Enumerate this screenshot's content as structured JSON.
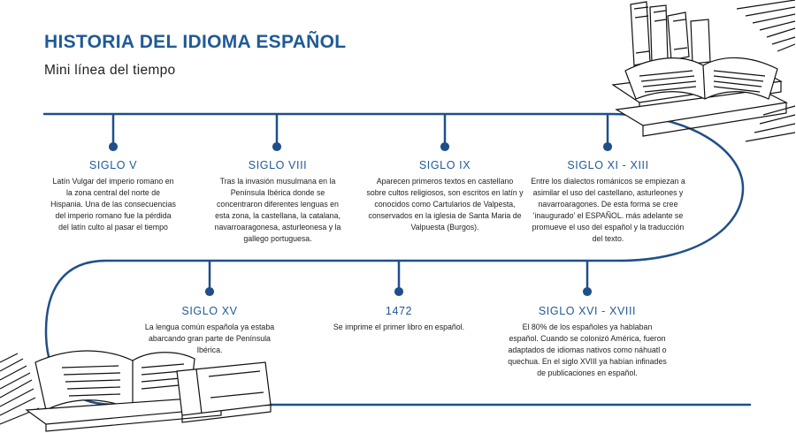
{
  "header": {
    "title": "HISTORIA DEL IDIOMA ESPAÑOL",
    "subtitle": "Mini línea del tiempo"
  },
  "colors": {
    "accent": "#1f5a96",
    "line": "#1f4f8a",
    "text": "#1f1f1f"
  },
  "events": [
    {
      "label": "SIGLO V",
      "description": "Latín Vulgar del imperio romano en la zona central del norte de Hispania. Una de las consecuencias del imperio romano fue la pérdida del latín culto al pasar el tiempo"
    },
    {
      "label": "SIGLO VIII",
      "description": "Tras la invasión musulmana en la Península Ibérica donde se concentraron diferentes lenguas en esta zona, la castellana, la catalana, navarroaragonesa, asturleonesa y la gallego portuguesa."
    },
    {
      "label": "SIGLO IX",
      "description": "Aparecen primeros textos en castellano sobre cultos religiosos, son escritos en latín y conocidos como Cartularios de Valpesta, conservados en la iglesia de Santa Maria de Valpuesta (Burgos)."
    },
    {
      "label": "SIGLO XI - XIII",
      "description": "Entre los dialectos románicos se empiezan a asimilar el uso del castellano, asturleones y navarroaragones. De esta forma se cree 'inaugurado' el ESPAÑOL. más adelante se promueve el uso del español y la traducción del texto."
    },
    {
      "label": "SIGLO XV",
      "description": "La lengua común española ya estaba abarcando gran parte de Península Ibérica."
    },
    {
      "label": "1472",
      "description": "Se imprime el primer libro en español."
    },
    {
      "label": "SIGLO XVI - XVIII",
      "description": "El 80% de los españoles ya hablaban español. Cuando se colonizó América, fueron adaptados de idiomas nativos como náhuatl o quechua. En el siglo XVIII ya habían infinades de publicaciones en español."
    }
  ],
  "illustrations": {
    "top_right": "stack-of-books-illustration",
    "bottom_left": "open-books-illustration"
  }
}
